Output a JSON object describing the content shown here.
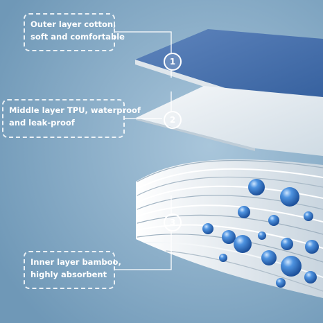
{
  "callouts": [
    {
      "number": "1",
      "lines": [
        "Outer layer cotton,",
        "soft and comfortable"
      ]
    },
    {
      "number": "2",
      "lines": [
        "Middle layer TPU, waterproof",
        "and leak-proof"
      ]
    },
    {
      "number": "3",
      "lines": [
        "Inner layer bamboo,",
        "highly absorbent"
      ]
    }
  ],
  "colors": {
    "background": "#7fa6c2",
    "outer_layer": "#3f6aa6",
    "middle_layer": "#e9eef2",
    "inner_layer": "#f2f4f6",
    "droplets": "#2f72c8"
  }
}
